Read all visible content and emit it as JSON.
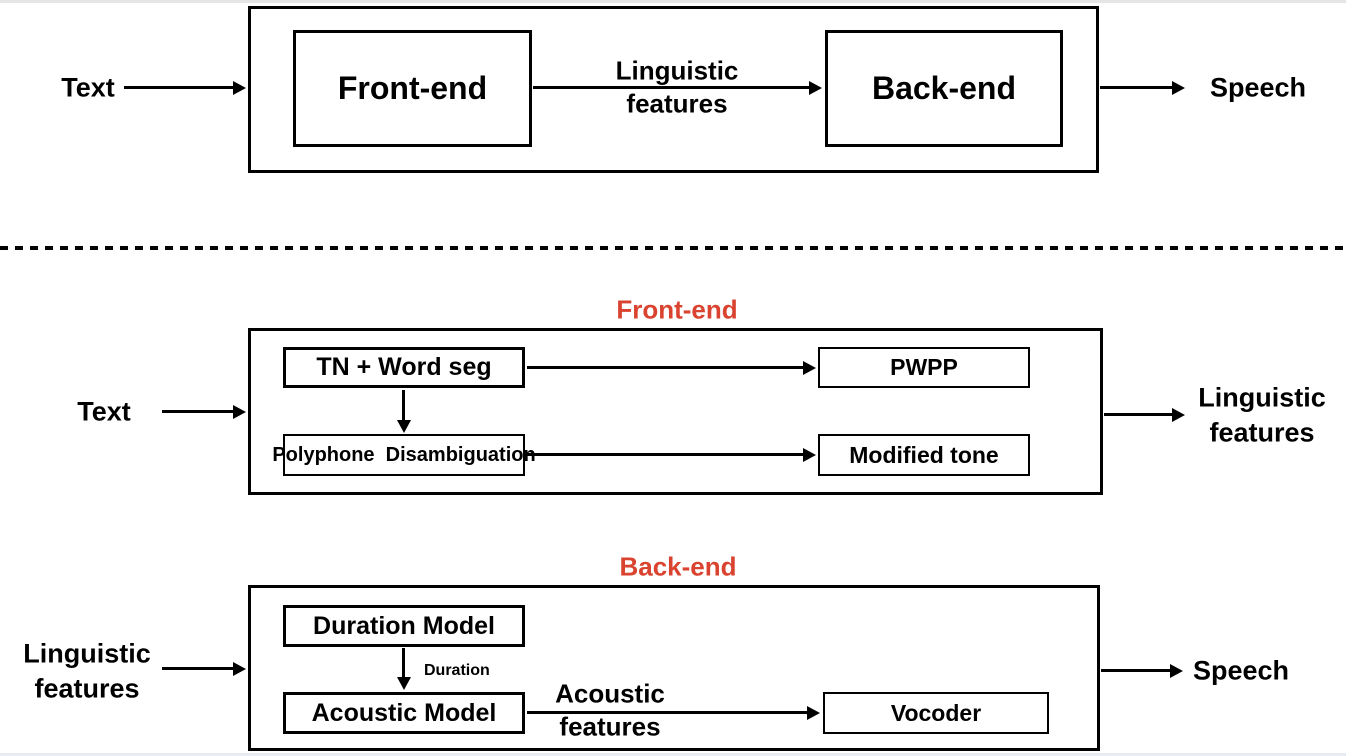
{
  "colors": {
    "accent_red": "#d9432f"
  },
  "overview": {
    "input_label": "Text",
    "front_end_box": "Front-end",
    "edge_label": "Linguistic features",
    "back_end_box": "Back-end",
    "output_label": "Speech"
  },
  "front_end_detail": {
    "title": "Front-end",
    "input_label": "Text",
    "tn_word_seg_box": "TN + Word seg",
    "polyphone_box": "Polyphone  Disambiguation",
    "pwpp_box": "PWPP",
    "modified_tone_box": "Modified tone",
    "output_label": "Linguistic features"
  },
  "back_end_detail": {
    "title": "Back-end",
    "input_label": "Linguistic features",
    "duration_model_box": "Duration Model",
    "duration_edge_label": "Duration",
    "acoustic_model_box": "Acoustic Model",
    "acoustic_features_edge_label": "Acoustic features",
    "vocoder_box": "Vocoder",
    "output_label": "Speech"
  }
}
